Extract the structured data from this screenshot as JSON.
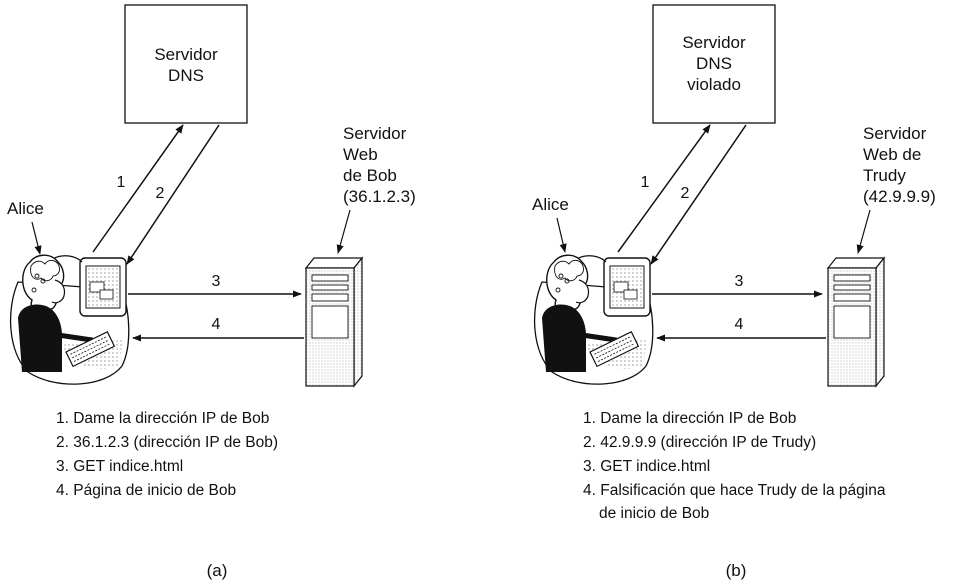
{
  "panel_a": {
    "dns_box": [
      "Servidor",
      "DNS"
    ],
    "web_server": [
      "Servidor",
      "Web",
      "de Bob",
      "(36.1.2.3)"
    ],
    "user": "Alice",
    "arrow_labels": [
      "1",
      "2",
      "3",
      "4"
    ],
    "legend": [
      "1. Dame la dirección IP de Bob",
      "2. 36.1.2.3 (dirección IP de Bob)",
      "3. GET indice.html",
      "4. Página de inicio de Bob"
    ],
    "caption": "(a)"
  },
  "panel_b": {
    "dns_box": [
      "Servidor",
      "DNS",
      "violado"
    ],
    "web_server": [
      "Servidor",
      "Web de",
      "Trudy",
      "(42.9.9.9)"
    ],
    "user": "Alice",
    "arrow_labels": [
      "1",
      "2",
      "3",
      "4"
    ],
    "legend": [
      "1. Dame la dirección IP de Bob",
      "2. 42.9.9.9 (dirección IP de Trudy)",
      "3. GET indice.html",
      "4. Falsificación que hace Trudy de la página",
      "de inicio de Bob"
    ],
    "caption": "(b)"
  }
}
